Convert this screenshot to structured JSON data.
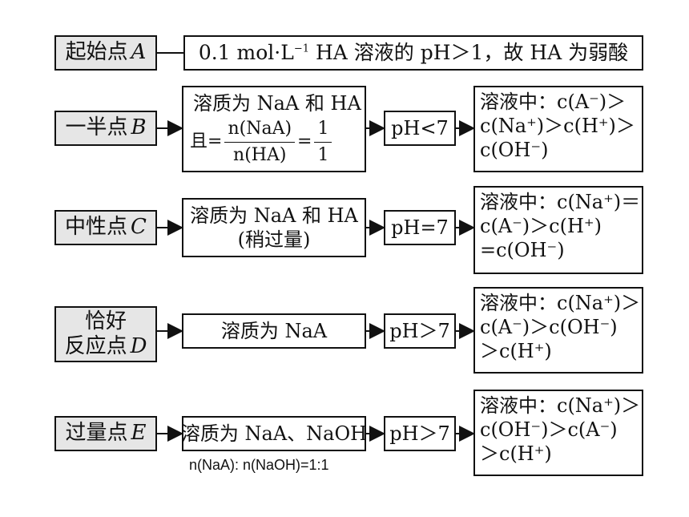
{
  "rows": {
    "a": {
      "label": "起始点",
      "label_var": "A",
      "desc": "0.1 mol·L",
      "desc_sup": "−1",
      "desc_rest": " HA 溶液的 pH＞1，故 HA 为弱酸"
    },
    "b": {
      "label": "一半点",
      "label_var": "B",
      "solute_line1": "溶质为 NaA 和 HA",
      "solute_prefix": "且",
      "frac1_num": "n(NaA)",
      "frac1_den": "n(HA)",
      "eq": "=",
      "frac2_num": "1",
      "frac2_den": "1",
      "ph": "pH<7",
      "conc_line1": "溶液中：c(A⁻)＞",
      "conc_line2": "c(Na⁺)＞c(H⁺)＞",
      "conc_line3": "c(OH⁻)"
    },
    "c": {
      "label": "中性点",
      "label_var": "C",
      "solute_line1": "溶质为 NaA 和 HA",
      "solute_line2": "(稍过量)",
      "ph": "pH=7",
      "conc_line1": "溶液中：c(Na⁺)＝",
      "conc_line2": "c(A⁻)＞c(H⁺)",
      "conc_line3": "=c(OH⁻)"
    },
    "d": {
      "label_line1": "恰好",
      "label_line2": "反应点",
      "label_var": "D",
      "solute_line1": "溶质为 NaA",
      "ph": "pH＞7",
      "conc_line1": "溶液中：c(Na⁺)＞",
      "conc_line2": "c(A⁻)＞c(OH⁻)",
      "conc_line3": "＞c(H⁺)"
    },
    "e": {
      "label": "过量点",
      "label_var": "E",
      "solute_line1": "溶质为 NaA、NaOH",
      "note": "n(NaA): n(NaOH)=1:1",
      "ph": "pH＞7",
      "conc_line1": "溶液中：c(Na⁺)＞",
      "conc_line2": "c(OH⁻)＞c(A⁻)",
      "conc_line3": "＞c(H⁺)"
    }
  }
}
